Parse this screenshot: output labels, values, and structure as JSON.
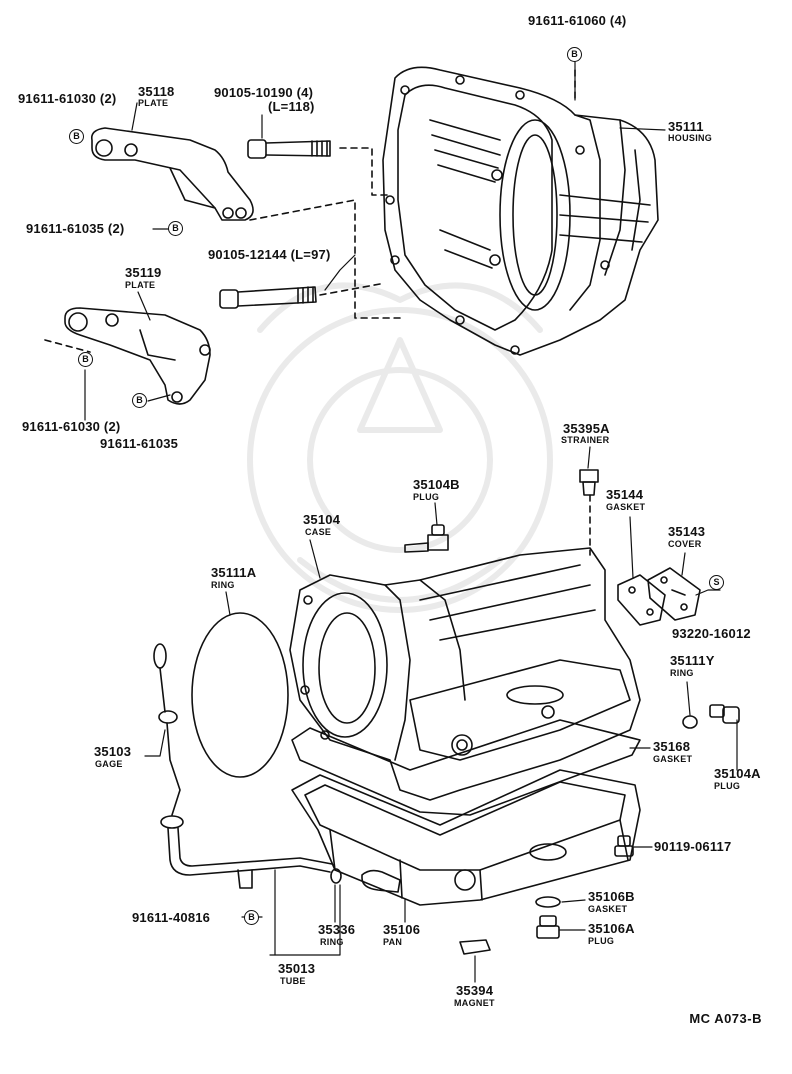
{
  "diagram": {
    "code": "MC  A073-B",
    "badge_letters": {
      "b": "B",
      "s": "S"
    },
    "parts": {
      "p91611_61060": {
        "number": "91611-61060 (4)"
      },
      "p91611_61030_a": {
        "number": "91611-61030 (2)"
      },
      "p35118": {
        "number": "35118",
        "name": "PLATE"
      },
      "p90105_10190": {
        "number": "90105-10190 (4)",
        "note": "(L=118)"
      },
      "p35111": {
        "number": "35111",
        "name": "HOUSING"
      },
      "p91611_61035_a": {
        "number": "91611-61035 (2)"
      },
      "p90105_12144": {
        "number": "90105-12144 (L=97)"
      },
      "p35119": {
        "number": "35119",
        "name": "PLATE"
      },
      "p91611_61030_b": {
        "number": "91611-61030 (2)"
      },
      "p91611_61035_b": {
        "number": "91611-61035"
      },
      "p35395A": {
        "number": "35395A",
        "name": "STRAINER"
      },
      "p35104B": {
        "number": "35104B",
        "name": "PLUG"
      },
      "p35144": {
        "number": "35144",
        "name": "GASKET"
      },
      "p35104": {
        "number": "35104",
        "name": "CASE"
      },
      "p35143": {
        "number": "35143",
        "name": "COVER"
      },
      "p35111A": {
        "number": "35111A",
        "name": "RING"
      },
      "p93220_16012": {
        "number": "93220-16012"
      },
      "p35111Y": {
        "number": "35111Y",
        "name": "RING"
      },
      "p35103": {
        "number": "35103",
        "name": "GAGE"
      },
      "p35168": {
        "number": "35168",
        "name": "GASKET"
      },
      "p35104A": {
        "number": "35104A",
        "name": "PLUG"
      },
      "p90119_06117": {
        "number": "90119-06117"
      },
      "p35106B": {
        "number": "35106B",
        "name": "GASKET"
      },
      "p91611_40816": {
        "number": "91611-40816"
      },
      "p35336": {
        "number": "35336",
        "name": "RING"
      },
      "p35106": {
        "number": "35106",
        "name": "PAN"
      },
      "p35106A": {
        "number": "35106A",
        "name": "PLUG"
      },
      "p35013": {
        "number": "35013",
        "name": "TUBE"
      },
      "p35394": {
        "number": "35394",
        "name": "MAGNET"
      }
    }
  }
}
